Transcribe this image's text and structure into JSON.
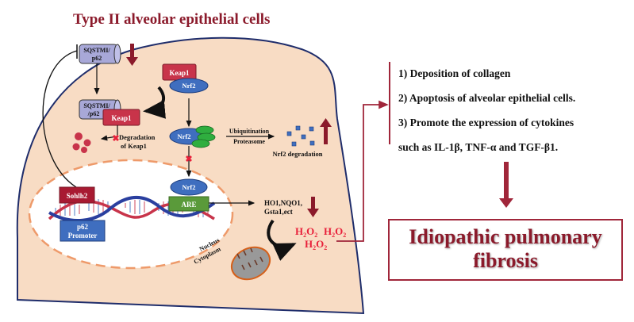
{
  "title": "Type II alveolar  epithelial cells",
  "cell": {
    "sqstm1_top": [
      "SQSTMI/",
      "p62"
    ],
    "sqstm1_bound": [
      "SQSTMI/",
      "/p62"
    ],
    "keap1_bound": "Keap1",
    "degradation_keap1": [
      "Degradation",
      "of Keap1"
    ],
    "complex_keap1": "Keap1",
    "complex_nrf2": "Nrf2",
    "free_nrf2": "Nrf2",
    "ubiquitination": "Ubiquitination",
    "proteasome": "Proteasome",
    "nrf2_degradation": "Nrf2 degradation",
    "sohlh2": "Sohlh2",
    "p62_promoter": [
      "p62",
      "Promoter"
    ],
    "nuclear_nrf2": "Nrf2",
    "are": "ARE",
    "target_genes": [
      "HO1,NQO1,",
      "Gsta1,ect"
    ],
    "h2o2": [
      "H",
      "2",
      "O",
      "2"
    ],
    "nucleus_label": "Nucleus",
    "cytoplasm_label": "Cytoplasm"
  },
  "outcomes": {
    "items": [
      "1) Deposition of collagen",
      "2) Apoptosis of alveolar epithelial cells.",
      "3) Promote the expression of cytokines",
      "such as IL-1β, TNF-α and TGF-β1."
    ]
  },
  "result": {
    "line1": "Idiopathic pulmonary",
    "line2": "fibrosis"
  },
  "colors": {
    "cytoplasm": "#f8dcc4",
    "membrane": "#1f2d6b",
    "dark_red": "#8b1a2b",
    "keap1": "#c8344a",
    "nrf2": "#3f6ebf",
    "are": "#5a9a3a",
    "h2o2": "#e8203a",
    "nucleus_border": "#ee9a6a",
    "sqstm1": "#a8a8d8"
  }
}
